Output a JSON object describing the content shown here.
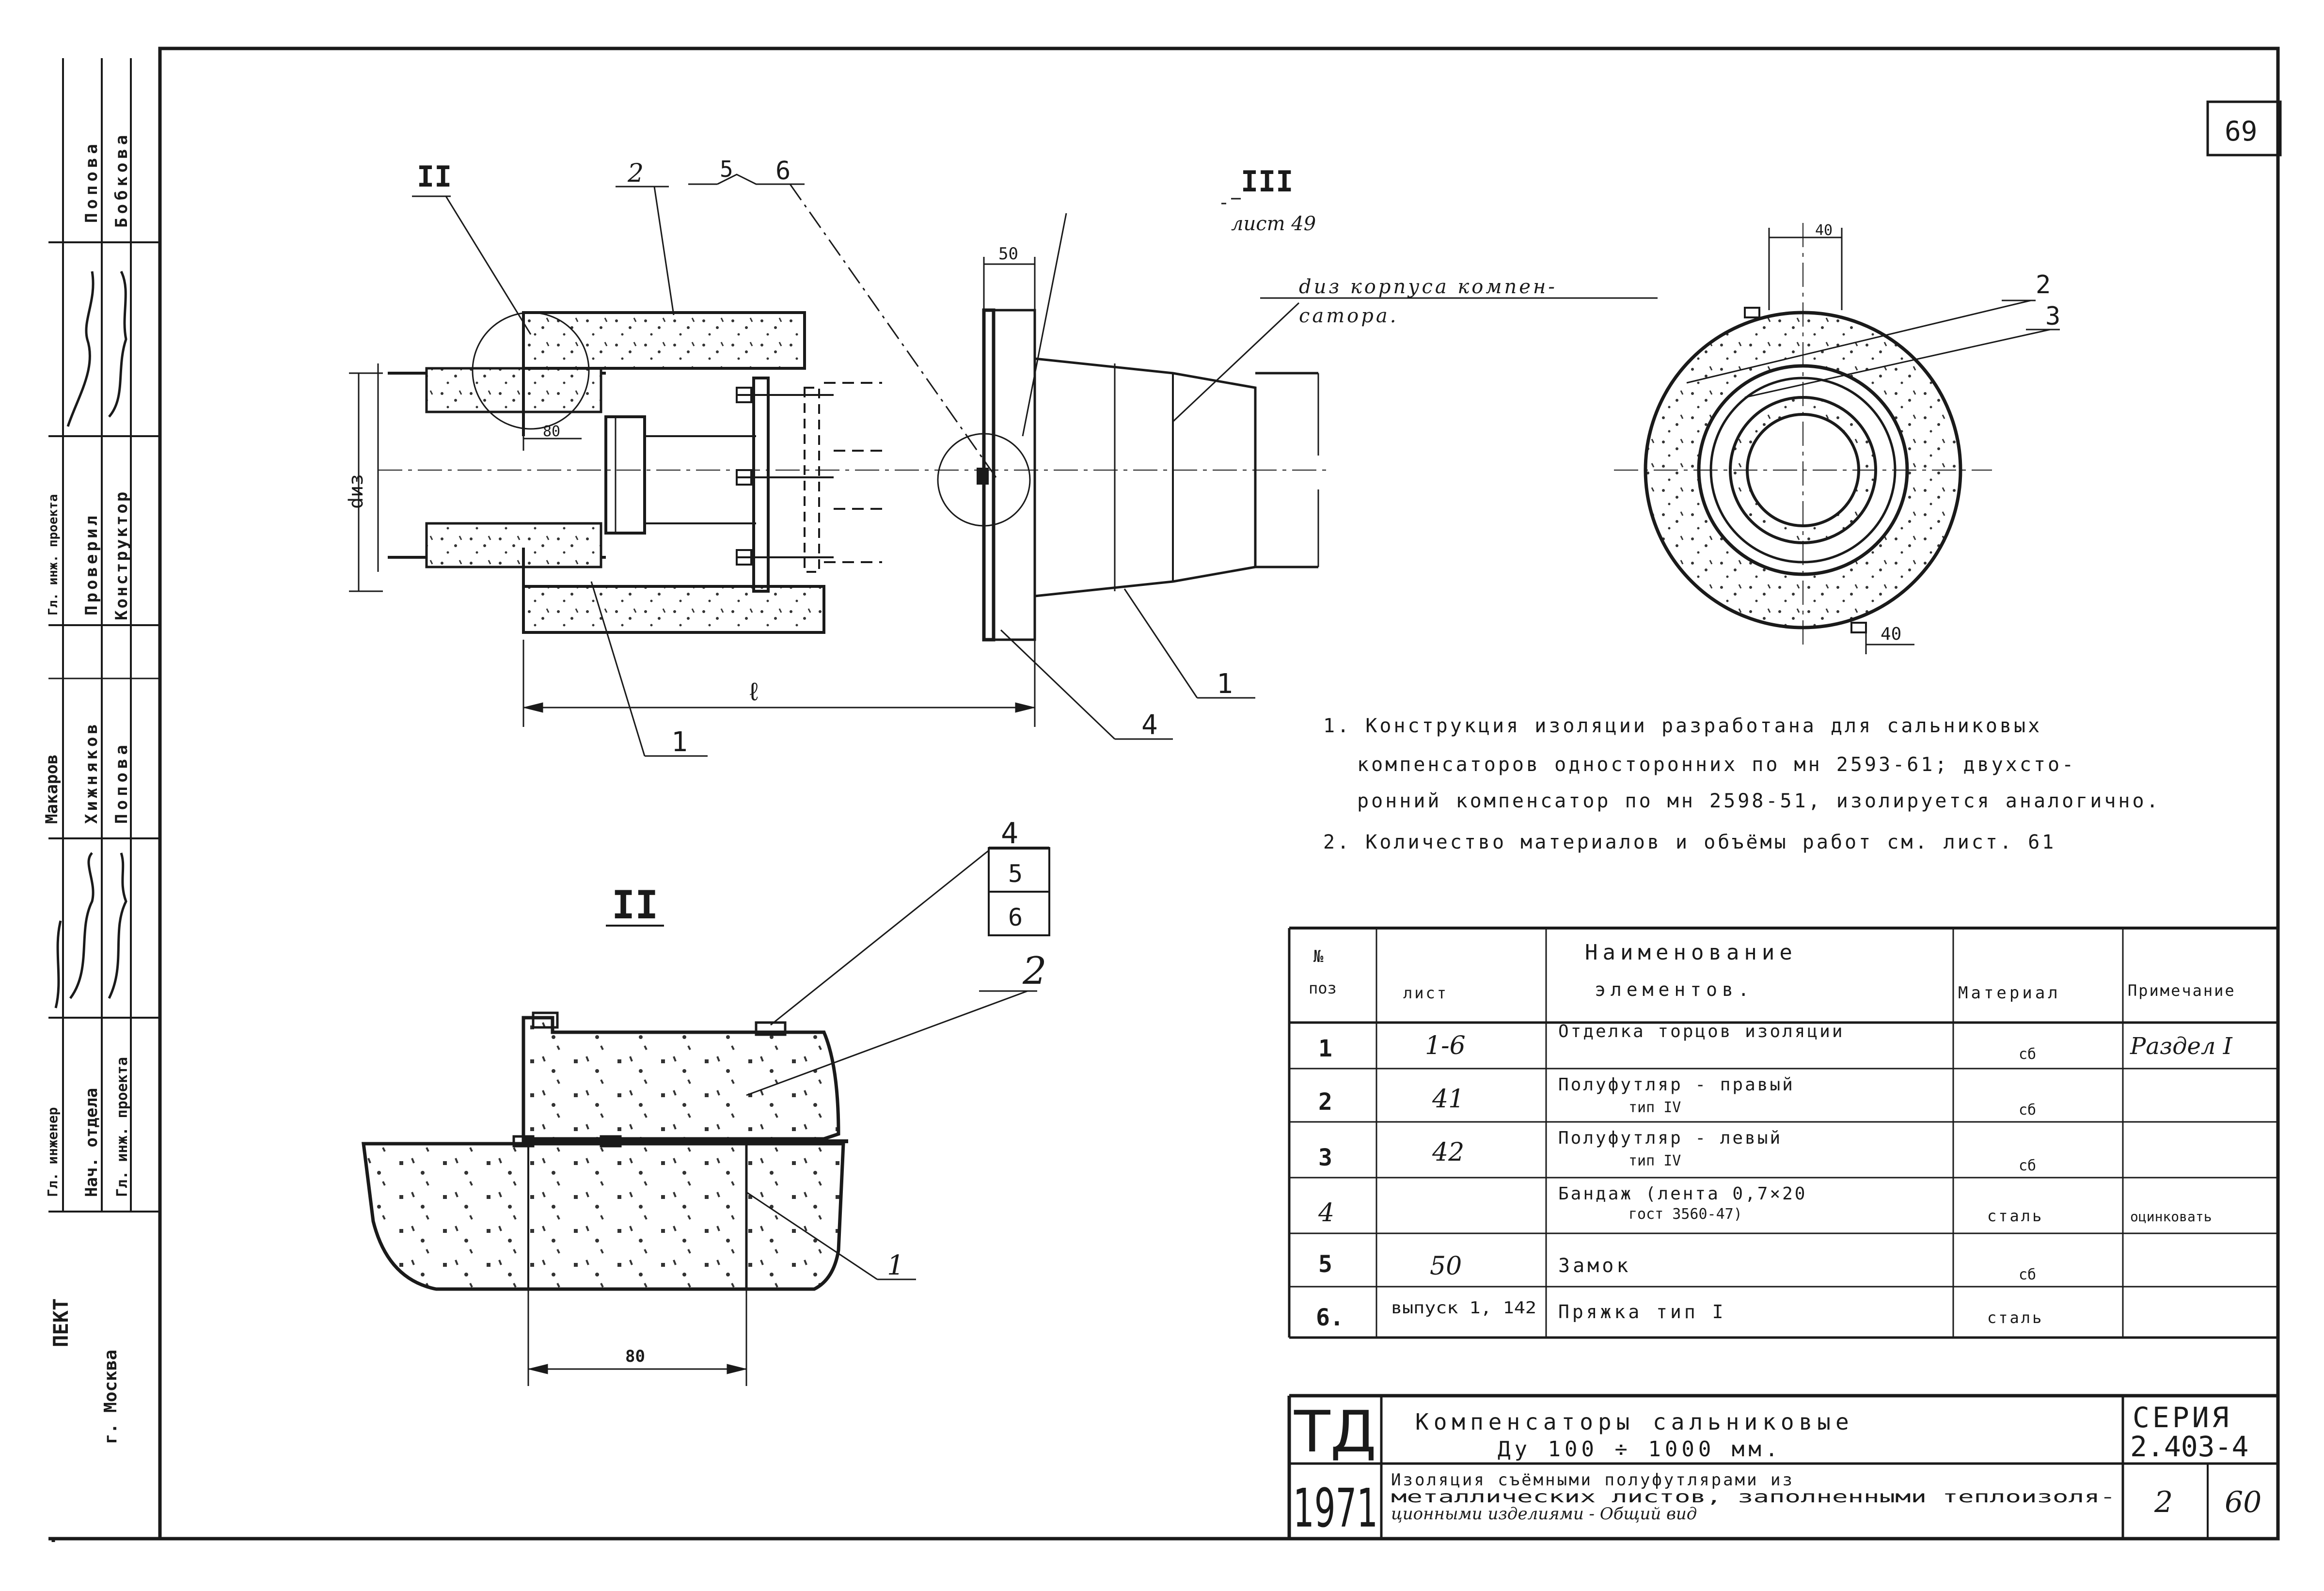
{
  "sheet_number": "69",
  "views": {
    "main": {
      "callout_detail": "II",
      "callout_2": "2",
      "callout_5": "5",
      "callout_6": "6",
      "callout_section": "III",
      "section_ref": "лист 49",
      "dim_50": "50",
      "dim_80": "80",
      "dim_du": "dиз",
      "dim_l": "ℓ",
      "body_note_1": "dиз корпуса компен-",
      "body_note_2": "сатора.",
      "leader_1_bottom": "1",
      "leader_4": "4",
      "leader_1_right": "1"
    },
    "section": {
      "dim_top": "40",
      "dim_bottom": "40",
      "leader_2": "2",
      "leader_3": "3"
    },
    "detail": {
      "title": "II",
      "tag_4": "4",
      "tag_5": "5",
      "tag_6": "6",
      "leader_2": "2",
      "leader_1": "1",
      "dim_80": "80"
    }
  },
  "notes": [
    "1. Конструкция изоляции разработана для сальниковых",
    "компенсаторов односторонних по мн 2593-61; двухсто-",
    "ронний компенсатор по мн 2598-51, изолируется аналогично.",
    "2. Количество материалов и объёмы работ см. лист. 61"
  ],
  "spec_table": {
    "headers": {
      "pos_1": "№",
      "pos_2": "поз",
      "sheet": "лист",
      "name_1": "Наименование",
      "name_2": "элементов.",
      "material": "Материал",
      "remark": "Примечание"
    },
    "rows": [
      {
        "pos": "1",
        "sheet": "1-6",
        "name": "Отделка торцов изоляции",
        "name2": "",
        "material": "сб",
        "remark": "Раздел I"
      },
      {
        "pos": "2",
        "sheet": "41",
        "name": "Полуфутляр - правый",
        "name2": "тип IV",
        "material": "сб",
        "remark": ""
      },
      {
        "pos": "3",
        "sheet": "42",
        "name": "Полуфутляр - левый",
        "name2": "тип IV",
        "material": "сб",
        "remark": ""
      },
      {
        "pos": "4",
        "sheet": "",
        "name": "Бандаж (лента 0,7×20",
        "name2": "гост 3560-47)",
        "material": "сталь",
        "remark": "оцинковать"
      },
      {
        "pos": "5",
        "sheet": "50",
        "name": "Замок",
        "name2": "",
        "material": "сб",
        "remark": ""
      },
      {
        "pos": "6.",
        "sheet": "выпуск 1, 142",
        "name": "Пряжка тип I",
        "name2": "",
        "material": "сталь",
        "remark": ""
      }
    ]
  },
  "title_block": {
    "mark_top": "ТД",
    "mark_year": "1971",
    "title_1": "Компенсаторы сальниковые",
    "title_2": "Ду 100 ÷ 1000 мм.",
    "desc_1": "Изоляция съёмными полуфутлярами из",
    "desc_2": "металлических листов, заполненными теплоизоля-",
    "desc_3": "ционными изделиями - Общий вид",
    "series_label": "СЕРИЯ",
    "series_value": "2.403-4",
    "issue": "2",
    "sheet": "60"
  },
  "side_stamp": {
    "col1": [
      "Попова",
      "Бобкова"
    ],
    "col2": [
      "Гл. инж. проекта",
      "Проверил",
      "Конструктор"
    ],
    "col3": [
      "Макаров",
      "Хижняков",
      "Попова"
    ],
    "col4": [
      "Гл. инженер",
      "Нач. отдела",
      "Гл. инж. проекта"
    ],
    "org": "ПЕКТ",
    "city": "г. Москва"
  }
}
